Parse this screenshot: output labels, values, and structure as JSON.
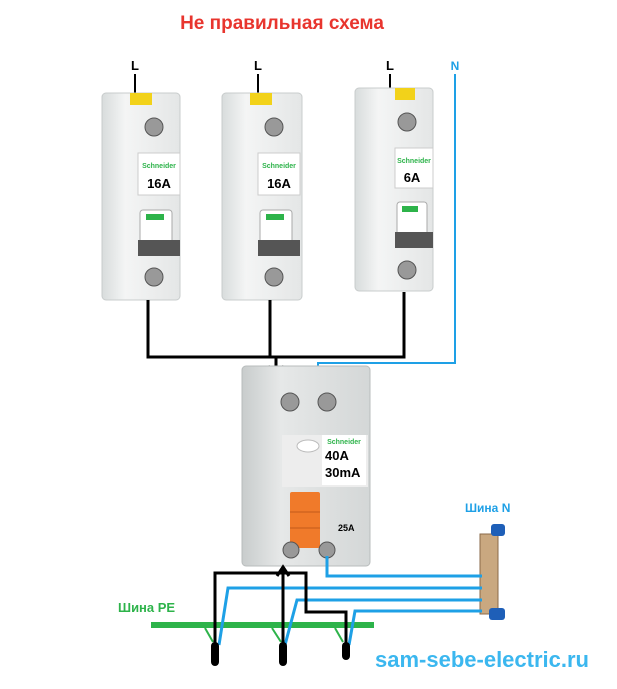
{
  "title": "Не правильная схема",
  "labels": {
    "l1": "L",
    "l2": "L",
    "l3": "L",
    "n": "N"
  },
  "breakers": [
    {
      "brand": "Schneider",
      "rating": "16A"
    },
    {
      "brand": "Schneider",
      "rating": "16A"
    },
    {
      "brand": "Schneider",
      "rating": "6A"
    }
  ],
  "rcd": {
    "brand": "Schneider",
    "rating": "40A",
    "leakage": "30mA",
    "small_rating": "25A"
  },
  "bus_n_label": "Шина N",
  "bus_pe_label": "Шина PE",
  "watermark": "sam-sebe-electric.ru",
  "colors": {
    "title": "#e8352e",
    "neutral": "#1ea0e6",
    "pe": "#2db34a",
    "phase": "#000000",
    "watermark": "#3bb7ef",
    "orange": "#f07a2a"
  }
}
